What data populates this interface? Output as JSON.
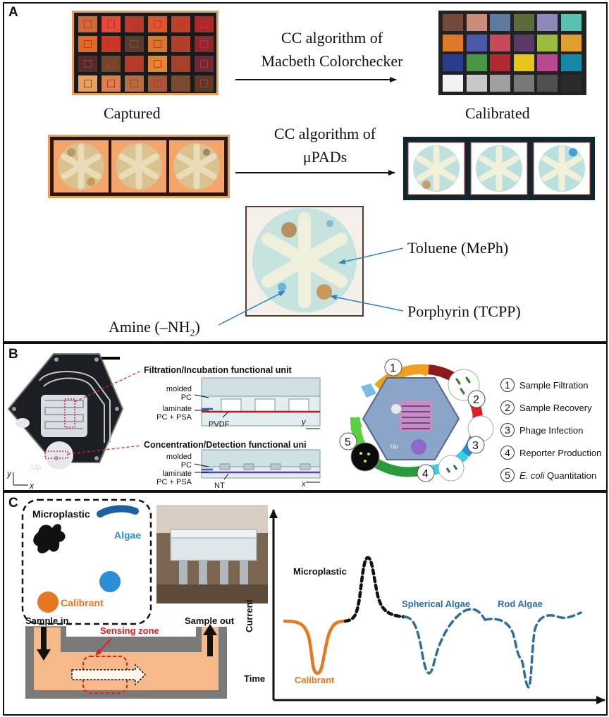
{
  "panel_a": {
    "label": "A",
    "arrow1_line1": "CC algorithm of",
    "arrow1_line2": "Macbeth Colorchecker",
    "captured": "Captured",
    "calibrated": "Calibrated",
    "arrow2_line1": "CC algorithm of",
    "arrow2_line2": "μPADs",
    "toluene": "Toluene (MePh)",
    "porphyrin": "Porphyrin (TCPP)",
    "amine_prefix": "Amine (–NH",
    "amine_sub": "2",
    "amine_suffix": ")"
  },
  "panel_b": {
    "label": "B",
    "unit1_title": "Filtration/Incubation functional unit",
    "unit2_title": "Concentration/Detection functional uni",
    "molded": "molded",
    "pc": "PC",
    "laminate": "laminate",
    "pc_psa": "PC + PSA",
    "pvdf": "PVDF",
    "nt": "NT",
    "axis_x": "x",
    "axis_y": "y",
    "chip_text": "Up",
    "steps": [
      {
        "num": "1",
        "label": "Sample Filtration"
      },
      {
        "num": "2",
        "label": "Sample Recovery"
      },
      {
        "num": "3",
        "label": "Phage Infection"
      },
      {
        "num": "4",
        "label": "Reporter Production"
      },
      {
        "num": "5",
        "label_em": "E. coli",
        "label_rest": " Quantitation"
      }
    ]
  },
  "panel_c": {
    "label": "C",
    "microplastic": "Microplastic",
    "algae": "Algae",
    "calibrant": "Calibrant",
    "sample_in": "Sample in",
    "sample_out": "Sample out",
    "sensing_zone": "Sensing zone",
    "chart_microplastic": "Microplastic",
    "chart_spherical": "Spherical Algae",
    "chart_rod": "Rod Algae",
    "chart_calibrant": "Calibrant",
    "y_axis": "Current",
    "x_axis": "Time"
  },
  "colors": {
    "orange": "#e87722",
    "blue_dashed": "#2e6f9e",
    "algae_blue": "#2a8fd6",
    "red_zone": "#e02020",
    "channel_fill": "#f5b98a"
  }
}
